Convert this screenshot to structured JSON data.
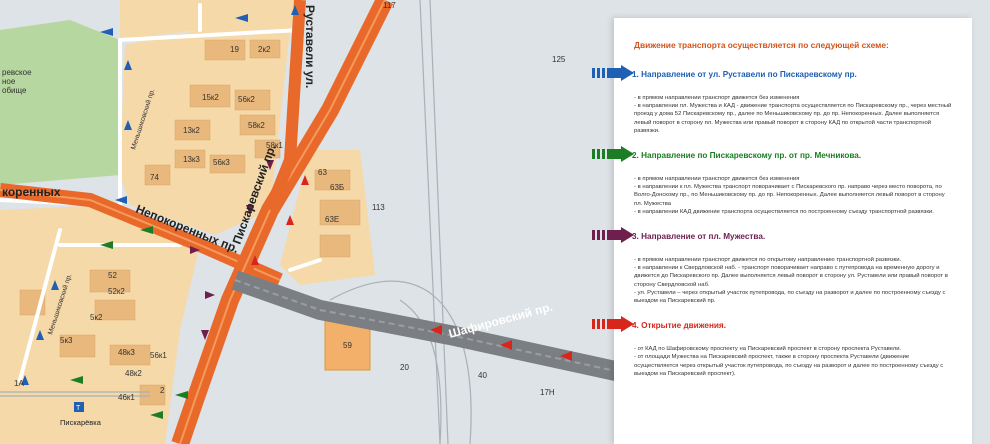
{
  "map": {
    "streets": {
      "rustaveli": "Руставели ул.",
      "piskarevsky": "Пискаревский пр.",
      "nepokorennykh": "Непокоренных пр.",
      "nepokorennykh_partial": "коренных",
      "shafirovsky": "Шафировский пр.",
      "menshikovsky_1": "Меньшиковский пр.",
      "menshikovsky_2": "Меньшиковский пр."
    },
    "area_label_lines": [
      "ревское",
      "ное",
      "обище"
    ],
    "station": "Пискарёвка",
    "houses": [
      "19",
      "2к2",
      "15к2",
      "13к2",
      "58к2",
      "13к3",
      "58к1",
      "56к3",
      "56к2",
      "74",
      "63",
      "63Б",
      "63Е",
      "113",
      "52",
      "52к2",
      "5к2",
      "5к3",
      "48к3",
      "56к1",
      "1А",
      "46к1",
      "2",
      "59",
      "20",
      "17Н",
      "117",
      "125",
      "40",
      "48к2"
    ],
    "colors": {
      "blue": "#1f5fb4",
      "green": "#1d7d25",
      "purple": "#6e1f4e",
      "red": "#d9261c",
      "road": "#e8692a"
    }
  },
  "legend": {
    "title": "Движение транспорта осуществляется по следующей схеме:",
    "sections": [
      {
        "heading": "1.   Направление от ул. Руставели по Пискаревскому пр.",
        "color": "#1f5fb4",
        "items": [
          "в прямом направлении транспорт движется без изменения",
          "в направлении пл. Мужества и КАД - движение транспорта осуществляется по Пискаревскому пр., через местный проезд у дома 52 Пискаревскому пр., далее по Меньшиковскому пр. до пр. Непокоренных. Далее выполняется левый поворот в сторону пл. Мужества или правый поворот в сторону КАД по открытой части транспортной развязки."
        ]
      },
      {
        "heading": "2.   Направление  по Пискаревскому пр. от пр. Мечникова.",
        "color": "#1d7d25",
        "items": [
          "в прямом направлении транспорт движется без изменения",
          "в направлении к пл. Мужества транспорт поворачивает с Пискаревского пр. направо через место поворота, по Волго-Донскому пр., по Меньшиковскому пр. до пр. Непокоренных. Далее выполняется левый поворот в сторону пл. Мужества",
          "в направлении КАД движение транспорта осуществляется по построенному съезду транспортной развязки."
        ]
      },
      {
        "heading": "3.   Направление от пл. Мужества.",
        "color": "#6e1f4e",
        "items": [
          "в прямом направлении транспорт движется по открытому направлению транспортной развязки.",
          "в направлении к Свердловской наб. - транспорт поворачивает направо с путепровода на временную дорогу и движется до Пискаревского пр. Далее выполняется левый поворот в сторону ул. Руставели или правый поворот в сторону Свердловской наб.",
          "ул. Руставели – через открытый участок путепровода, по съезду на разворот и далее по построенному съезду с выездом на Пискаревский пр."
        ]
      },
      {
        "heading": "4.   Открытие движения.",
        "color": "#d9261c",
        "items": [
          "от КАД по Шафировскому проспекту на Пискаревский проспект в сторону проспекта Руставели.",
          "от площади Мужества на Пискаревский проспект, также в сторону проспекта Руставели (движение осуществляется через открытый участок путепровода, по съезду на разворот и далее по построенному съезду с выездом на Пискаревский проспект)."
        ]
      }
    ]
  }
}
